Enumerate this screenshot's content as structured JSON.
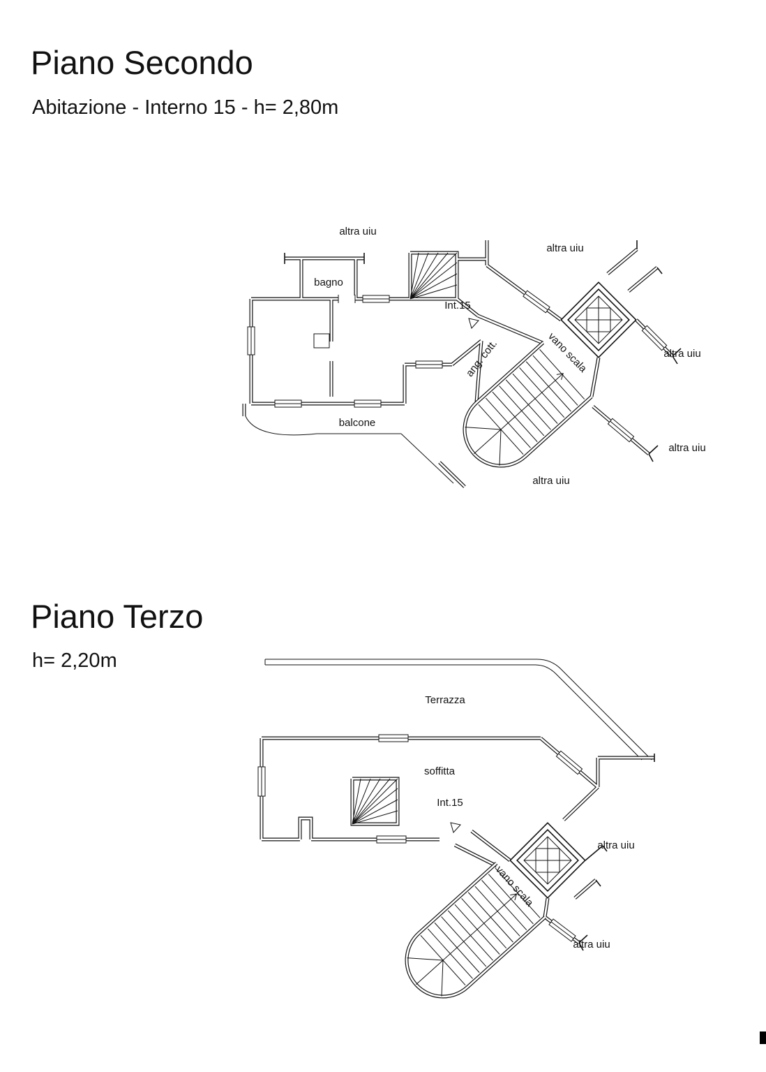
{
  "sections": [
    {
      "id": "piano-secondo",
      "title": "Piano Secondo",
      "subtitle": "Abitazione - Interno 15 - h= 2,80m",
      "labels": {
        "altra_uiu_top": "altra uiu",
        "altra_uiu_top_right": "altra uiu",
        "bagno": "bagno",
        "int15": "Int.15",
        "ang_cott": "ang. cott.",
        "vano_scala": "vano scala",
        "balcone": "balcone",
        "altra_uiu_right": "altra uiu",
        "altra_uiu_bottom_right": "altra uiu",
        "altra_uiu_bottom": "altra uiu"
      }
    },
    {
      "id": "piano-terzo",
      "title": "Piano Terzo",
      "subtitle": "h= 2,20m",
      "labels": {
        "terrazza": "Terrazza",
        "soffitta": "soffitta",
        "int15": "Int.15",
        "altra_uiu_right": "altra uiu",
        "vano_scala": "vano scala",
        "altra_uiu_bottom": "altra uiu"
      }
    }
  ]
}
